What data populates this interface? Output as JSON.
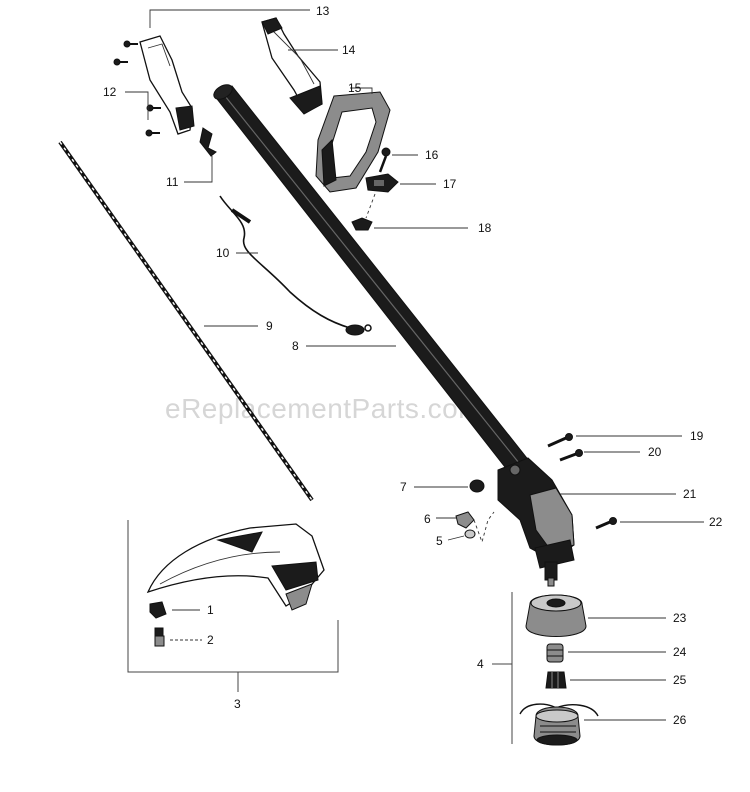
{
  "watermark": "eReplacementParts.com",
  "callouts": [
    "1",
    "2",
    "3",
    "4",
    "5",
    "6",
    "7",
    "8",
    "9",
    "10",
    "11",
    "12",
    "13",
    "14",
    "15",
    "16",
    "17",
    "18",
    "19",
    "20",
    "21",
    "22",
    "23",
    "24",
    "25",
    "26"
  ]
}
